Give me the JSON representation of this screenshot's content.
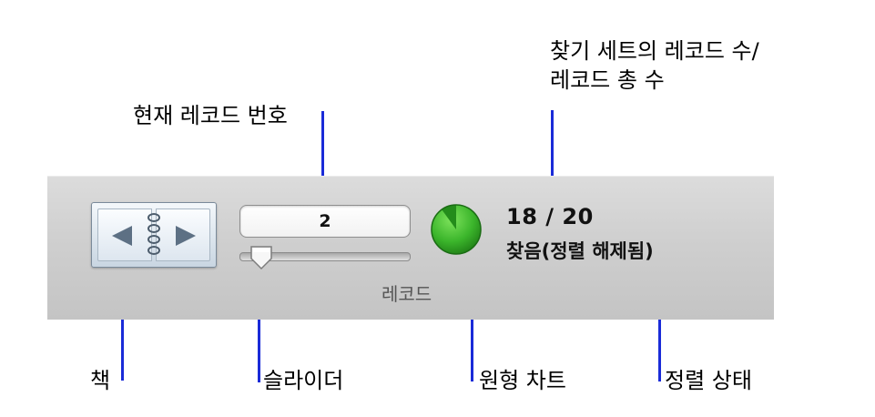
{
  "callouts": {
    "current_record": "현재 레코드 번호",
    "found_total": "찾기 세트의 레코드 수/\n레코드 총 수",
    "book": "책",
    "slider": "슬라이더",
    "pie_chart": "원형 차트",
    "sort_status": "정렬 상태"
  },
  "toolbar": {
    "current_record_value": "2",
    "records_label": "레코드",
    "record_count": "18 / 20",
    "found_status": "찾음(정렬 해제됨)",
    "slider_value": 2,
    "slider_max": 20,
    "pie_fraction": 0.9
  },
  "colors": {
    "callout_line": "#1a2bd8",
    "pie_green": "#3bb52b",
    "book_blue": "#5d7084"
  },
  "icons": {
    "book": "book-navigation-icon",
    "pie": "pie-chart-icon",
    "thumb": "slider-thumb-icon"
  }
}
